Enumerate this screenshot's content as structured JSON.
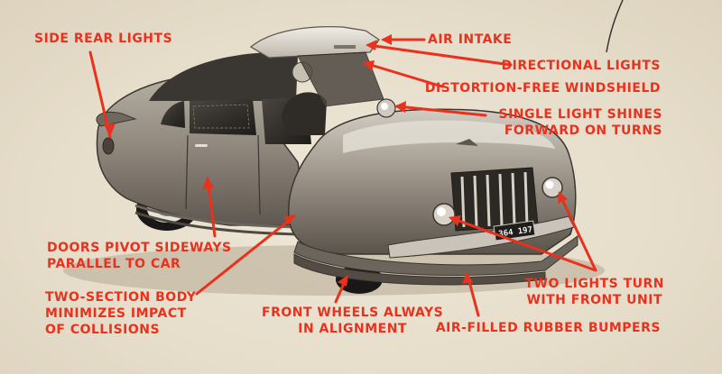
{
  "labels": {
    "side_rear_lights": "SIDE REAR LIGHTS",
    "air_intake": "AIR INTAKE",
    "directional_lights": "DIRECTIONAL LIGHTS",
    "distortion_free_windshield": "DISTORTION-FREE WINDSHIELD",
    "single_light": [
      "SINGLE LIGHT SHINES",
      "FORWARD ON TURNS"
    ],
    "doors_pivot": [
      "DOORS PIVOT SIDEWAYS",
      "PARALLEL TO CAR"
    ],
    "two_section_body": [
      "TWO-SECTION BODY",
      "MINIMIZES IMPACT",
      "OF COLLISIONS"
    ],
    "front_wheels": [
      "FRONT WHEELS ALWAYS",
      "IN ALIGNMENT"
    ],
    "two_lights_turn": [
      "TWO LIGHTS TURN",
      "WITH FRONT UNIT"
    ],
    "air_filled_bumpers": "AIR-FILLED RUBBER BUMPERS"
  },
  "license_plate": "364 197",
  "colors": {
    "annotation": "#e8321e",
    "background": "#e9e1cf",
    "car_body": "#9a9288"
  }
}
